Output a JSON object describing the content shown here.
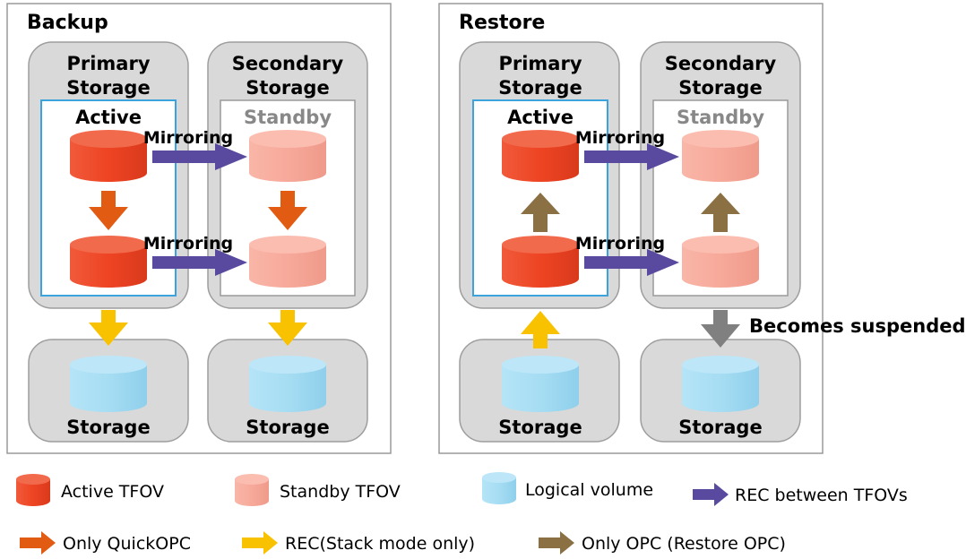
{
  "backup": {
    "title": "Backup",
    "primary_label": [
      "Primary",
      "Storage"
    ],
    "secondary_label": [
      "Secondary",
      "Storage"
    ],
    "active": "Active",
    "standby": "Standby",
    "mirroring_1": "Mirroring",
    "mirroring_2": "Mirroring",
    "storage_left": "Storage",
    "storage_right": "Storage"
  },
  "restore": {
    "title": "Restore",
    "primary_label": [
      "Primary",
      "Storage"
    ],
    "secondary_label": [
      "Secondary",
      "Storage"
    ],
    "active": "Active",
    "standby": "Standby",
    "mirroring_1": "Mirroring",
    "mirroring_2": "Mirroring",
    "storage_left": "Storage",
    "storage_right": "Storage",
    "suspended_note": "Becomes suspended"
  },
  "legend": {
    "active_tfov": "Active TFOV",
    "standby_tfov": "Standby TFOV",
    "logical_volume": "Logical volume",
    "rec_between_tfovs": "REC between TFOVs",
    "only_quickopc": "Only QuickOPC",
    "rec_stack": "REC(Stack mode only)",
    "only_opc": "Only OPC (Restore OPC)"
  },
  "colors": {
    "active": "#ee4423",
    "standby": "#f7a99a",
    "logical": "#a6ddf3",
    "rec_tfov": "#5a4a9f",
    "quickopc": "#e25b13",
    "rec_stack": "#f9c200",
    "opc": "#8b7044",
    "suspended": "#808080"
  }
}
